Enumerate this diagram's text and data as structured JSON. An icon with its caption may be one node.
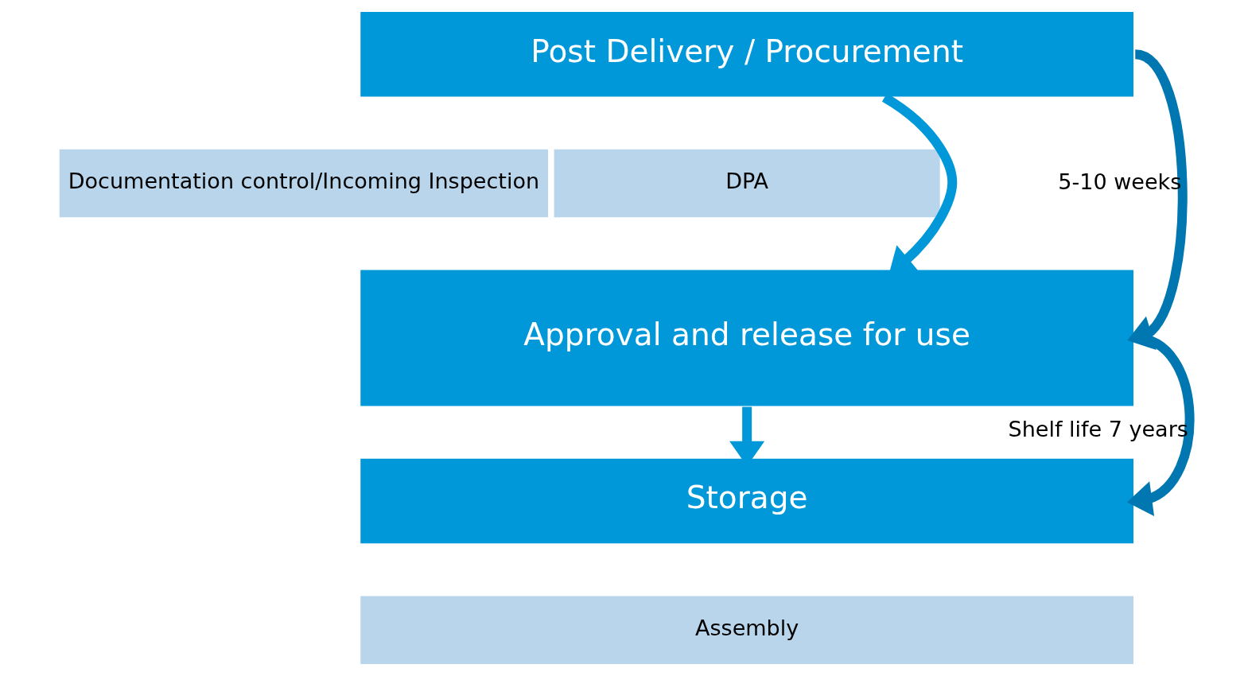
{
  "diagram": {
    "nodes": [
      {
        "text": [
          "Post Delivery / Procurement"
        ]
      },
      {
        "text": [
          "Documentation control/Incoming Inspection"
        ]
      },
      {
        "text": [
          "DPA"
        ]
      },
      {
        "text": [
          "Approval and release for use"
        ]
      },
      {
        "text": [
          "Storage"
        ]
      },
      {
        "text": [
          "Assembly"
        ]
      }
    ],
    "edges": [
      {
        "from": 0,
        "to": 3,
        "arrow": "to"
      },
      {
        "from": 3,
        "to": 4,
        "arrow": "to"
      },
      {
        "from": 0,
        "to": 3,
        "arrow": "to",
        "label": "5-10 weeks",
        "color": "#0077b0"
      },
      {
        "from": 3,
        "to": 4,
        "arrow": "to",
        "label": "Shelf life 7 years",
        "color": "#0077b0"
      }
    ]
  }
}
